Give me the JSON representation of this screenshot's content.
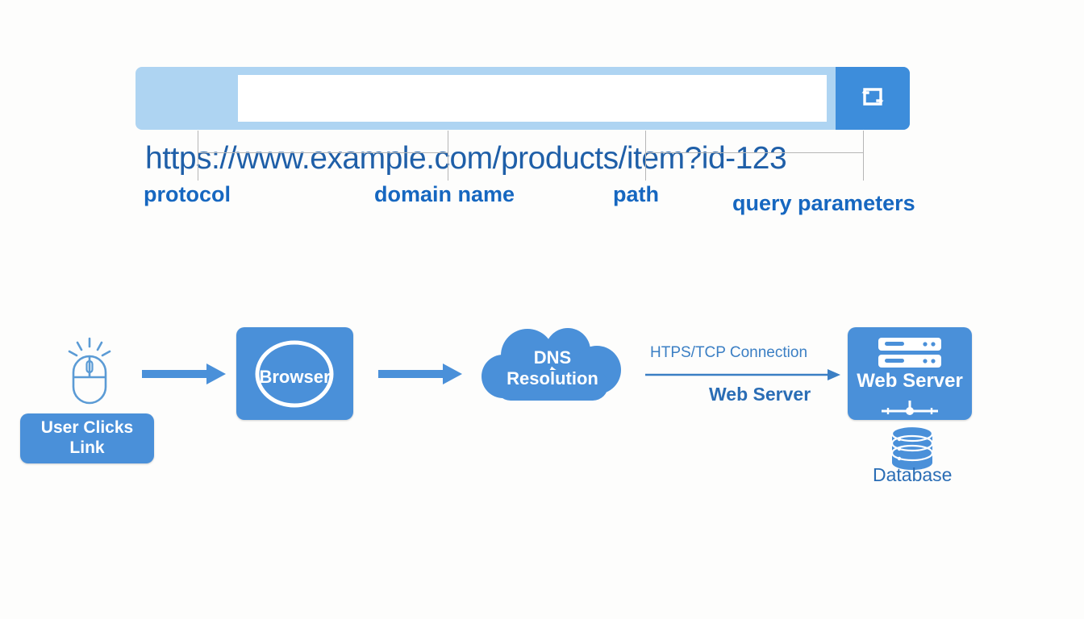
{
  "page": {
    "background_color": "#fdfdfc",
    "accent_blue": "#4a90d9",
    "light_blue": "#aed4f2",
    "label_blue": "#1667c0",
    "text_blue": "#2a6db5"
  },
  "url_bar": {
    "url_text": "https://www.example.com/products/item?id-123",
    "reload_icon": "reload-icon"
  },
  "url_segments": [
    {
      "id": "protocol",
      "label": "protocol"
    },
    {
      "id": "domain-name",
      "label": "domain name"
    },
    {
      "id": "path",
      "label": "path"
    },
    {
      "id": "query-parameters",
      "label": "query parameters"
    }
  ],
  "flow": {
    "user": {
      "icon": "mouse-click-icon",
      "box_label": "User Clicks\nLink"
    },
    "browser": {
      "box_label": "Browser",
      "icon": "circle-icon"
    },
    "dns": {
      "box_label": "DNS\nResolution",
      "shape": "cloud"
    },
    "connection": {
      "top_label": "HTPS/TCP Connection",
      "bottom_label": "Web Server",
      "arrow": "arrow-right-thin"
    },
    "server": {
      "box_label": "Web Server",
      "icon": "server-rack-icon"
    },
    "database": {
      "icon": "database-cylinder-icon",
      "label": "Database"
    },
    "arrows": [
      {
        "id": "arrow-user-to-browser"
      },
      {
        "id": "arrow-browser-to-dns"
      }
    ]
  }
}
